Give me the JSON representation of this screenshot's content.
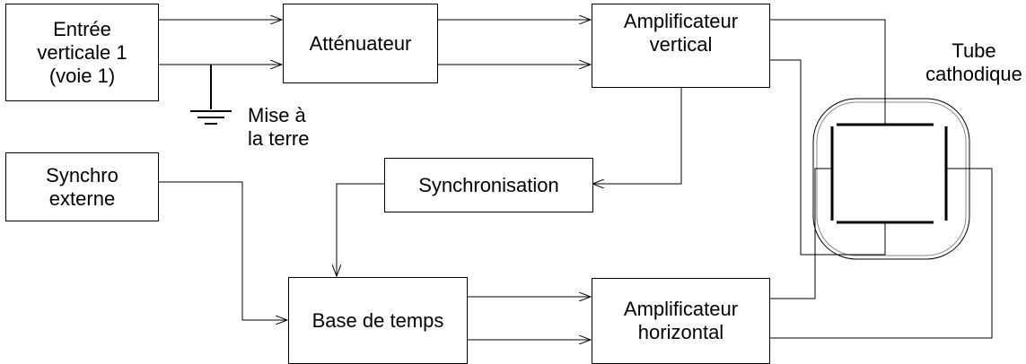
{
  "blocks": {
    "entree": [
      "Entrée",
      "verticale 1",
      "(voie 1)"
    ],
    "attenuateur": [
      "Atténuateur"
    ],
    "ampli_vertical": [
      "Amplificateur",
      "vertical"
    ],
    "synchro_externe": [
      "Synchro",
      "externe"
    ],
    "synchronisation": [
      "Synchronisation"
    ],
    "base_temps": [
      "Base de temps"
    ],
    "ampli_horizontal": [
      "Amplificateur",
      "horizontal"
    ]
  },
  "labels": {
    "tube": [
      "Tube",
      "cathodique"
    ],
    "ground": [
      "Mise à",
      "la terre"
    ]
  }
}
